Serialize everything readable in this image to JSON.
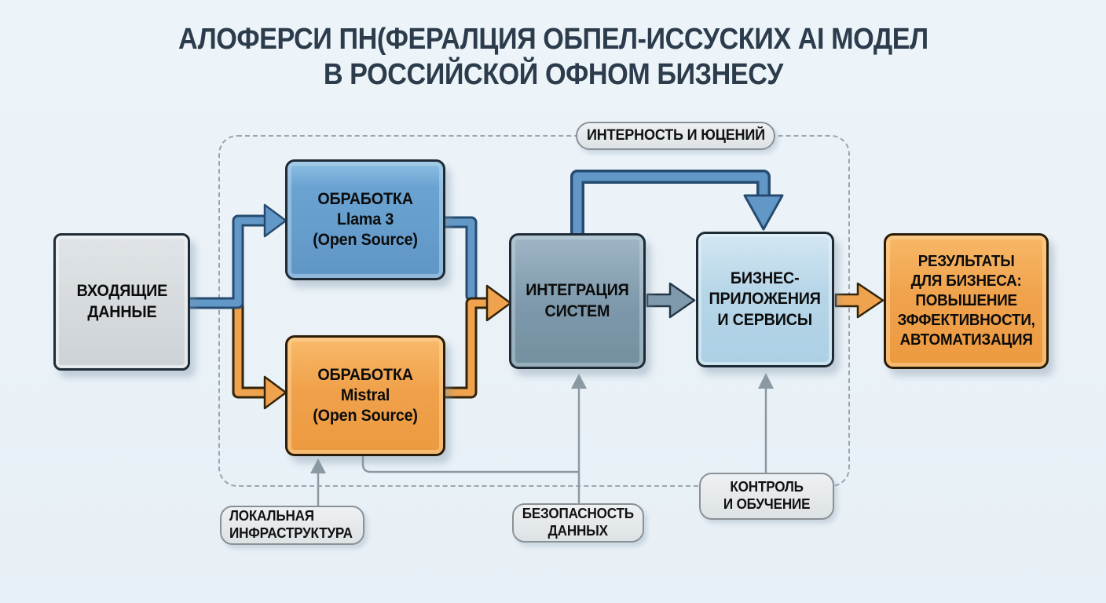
{
  "title": {
    "text": "АЛОФЕРСИ ПН(ФЕРАЛЦИЯ ОБПЕЛ-ИССУСКИХ AI МОДЕЛ\nВ РОССИЙСКОЙ ОФНОМ БИЗНЕСУ"
  },
  "boundary": {
    "label": "ИНТЕРНОСТЬ И ЮЦЕНИЙ"
  },
  "nodes": {
    "input": {
      "label": "ВХОДЯЩИЕ\nДАННЫЕ",
      "color": "#d6dadd"
    },
    "llama": {
      "label": "ОБРАБОТКА\nLlama 3\n(Open Source)",
      "color": "#6ca4d2"
    },
    "mistral": {
      "label": "ОБРАБОТКА\nMistral\n(Open Source)",
      "color": "#f1a44f"
    },
    "integration": {
      "label": "ИНТЕГРАЦИЯ\nСИСТЕМ",
      "color": "#7f9aad"
    },
    "business": {
      "label": "БИЗНЕС-\nПРИЛОЖЕНИЯ\nИ СЕРВИСЫ",
      "color": "#bcd8ea"
    },
    "results": {
      "label": "РЕЗУЛЬТАТЫ\nДЛЯ БИЗНЕСА:\nПОВЫШЕНИЕ\nЗФФЕКТИВНОСТИ,\nАВТОМАТИЗАЦИЯ",
      "color": "#f1a44f"
    }
  },
  "callouts": {
    "local_infrastructure": {
      "label": "ЛОКАЛЬНАЯ\nИНФРАСТРУКТУРА"
    },
    "data_security": {
      "label": "БЕЗОПАСНОСТЬ\nДАННЫХ"
    },
    "control_training": {
      "label": "КОНТРОЛЬ\nИ ОБУЧЕНИЕ"
    }
  },
  "palette": {
    "background": "#e9f1f7",
    "title_color": "#2c3c4c",
    "blue_connector": "#6298c8",
    "blue_outline": "#274b70",
    "orange_connector": "#f0a34e",
    "orange_outline": "#33230a",
    "slate_connector": "#7f9aad",
    "thin_line": "#8b99a3",
    "dashed_border": "#9aa5ad"
  }
}
